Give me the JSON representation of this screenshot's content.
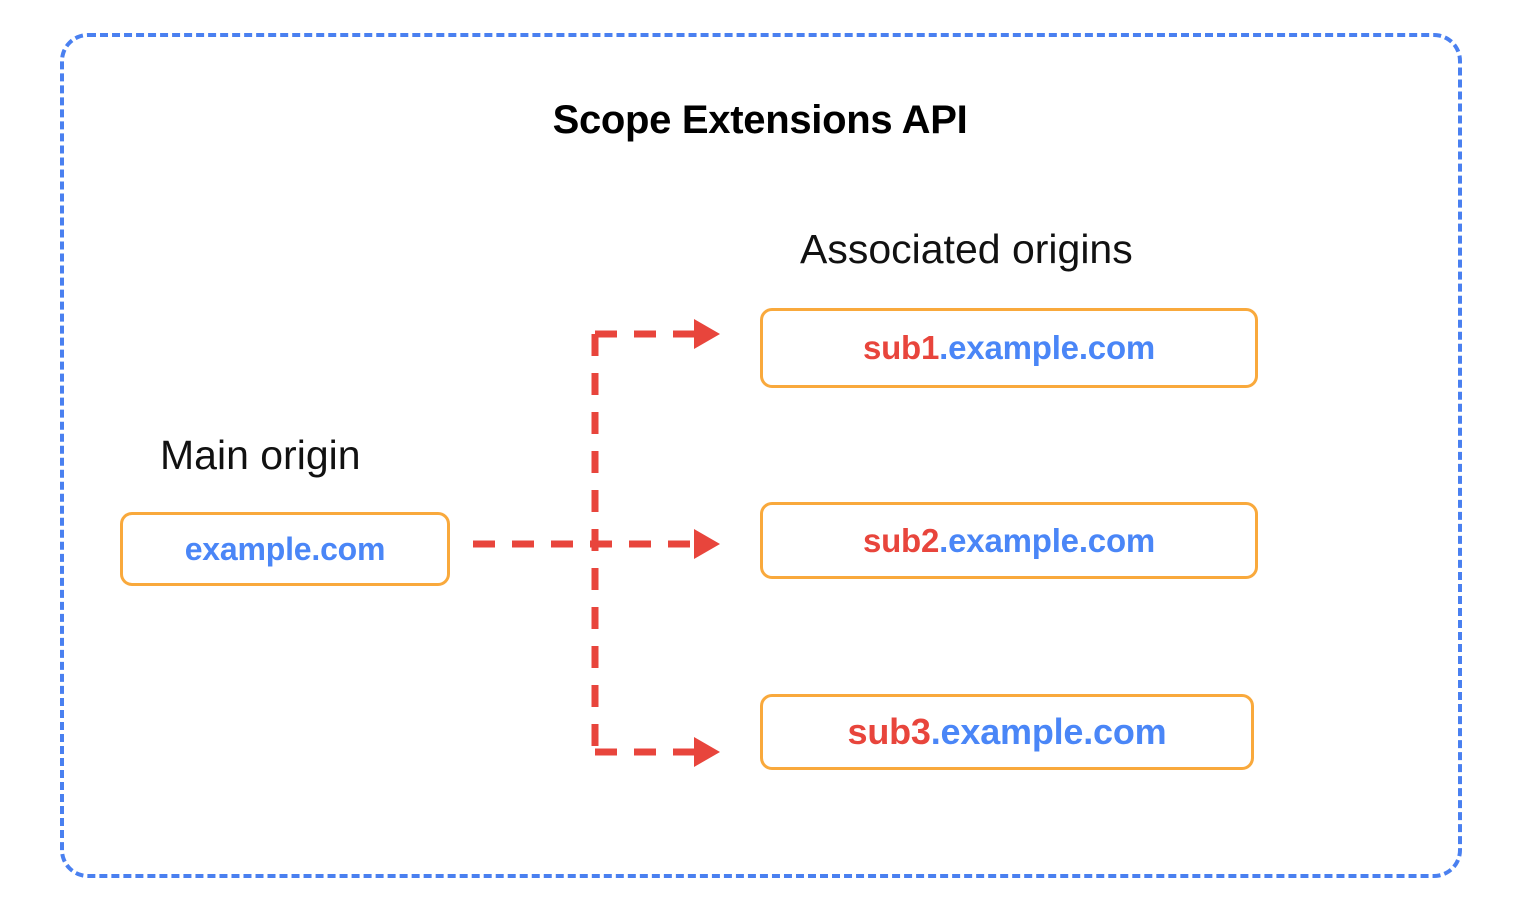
{
  "diagram": {
    "title": "Scope Extensions API",
    "frame_border_color": "#4a80f0",
    "connector_color": "#e8453c",
    "box_border_color": "#f9a93c"
  },
  "main_origin": {
    "label": "Main origin",
    "box": {
      "sub": "",
      "domain": "example.com"
    }
  },
  "associated_origins": {
    "label": "Associated origins",
    "boxes": [
      {
        "sub": "sub1",
        "domain": ".example.com"
      },
      {
        "sub": "sub2",
        "domain": ".example.com"
      },
      {
        "sub": "sub3",
        "domain": ".example.com"
      }
    ]
  }
}
